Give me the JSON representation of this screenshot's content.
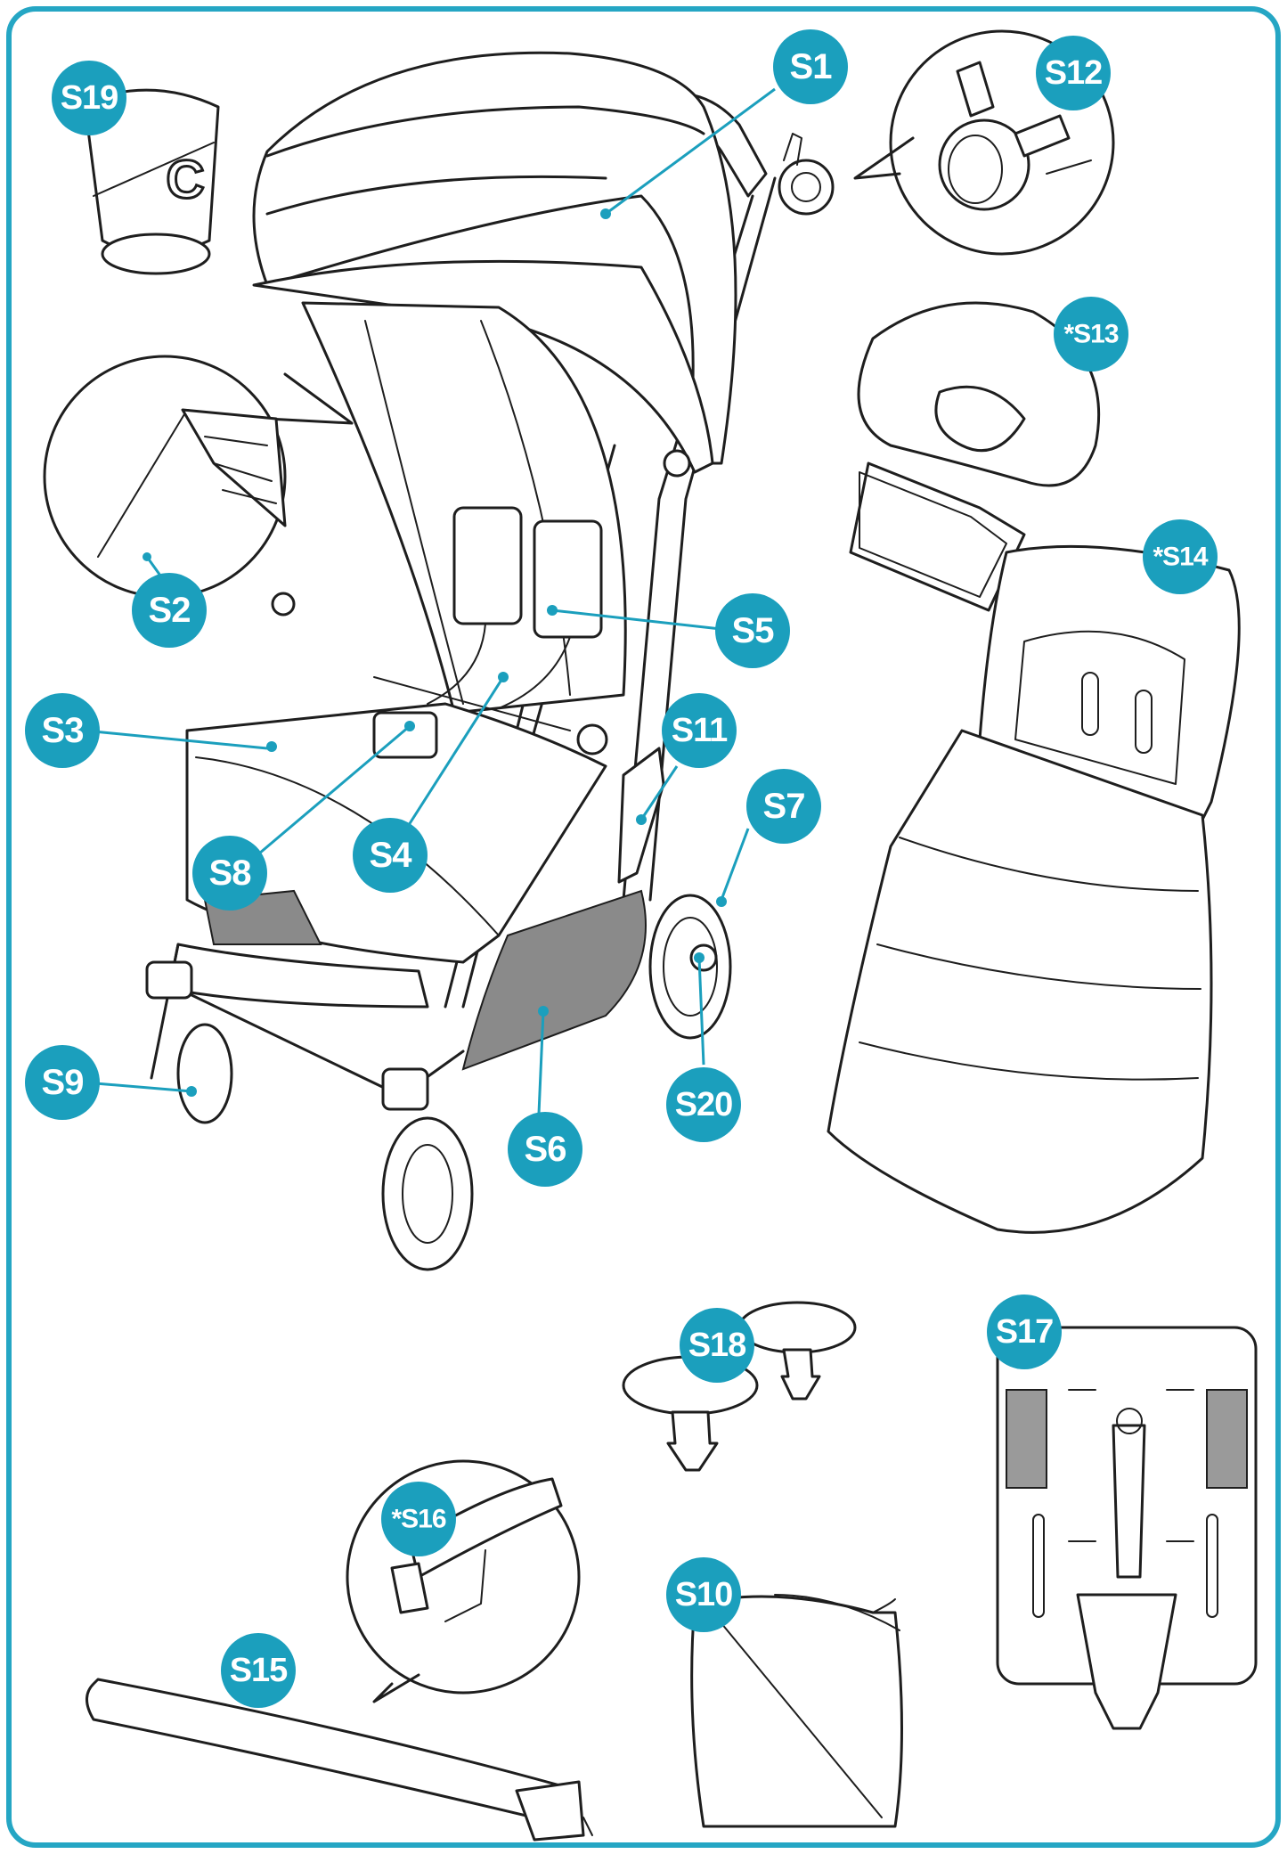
{
  "colors": {
    "accent": "#1b9fbd",
    "frame": "#25a6c4",
    "line": "#1e1e1e",
    "pad": "#9a9a9a"
  },
  "labels": {
    "s1": "S1",
    "s2": "S2",
    "s3": "S3",
    "s4": "S4",
    "s5": "S5",
    "s6": "S6",
    "s7": "S7",
    "s8": "S8",
    "s9": "S9",
    "s10": "S10",
    "s11": "S11",
    "s12": "S12",
    "s13": "*S13",
    "s14": "*S14",
    "s15": "S15",
    "s16": "*S16",
    "s17": "S17",
    "s18": "S18",
    "s19": "S19",
    "s20": "S20"
  },
  "parts": {
    "cup_holder_letter": "C"
  }
}
